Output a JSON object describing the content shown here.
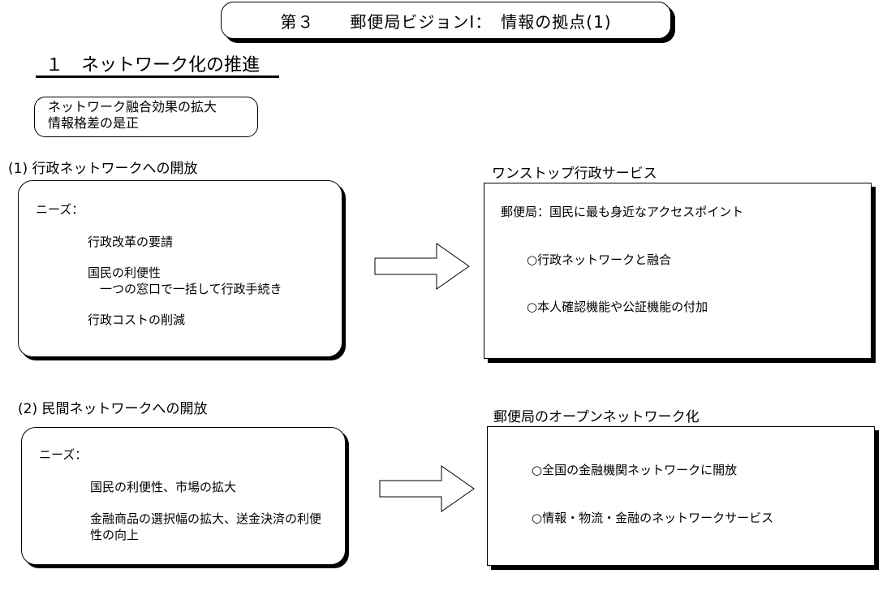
{
  "title": {
    "part1": "第３",
    "part2": "郵便局ビジョンⅠ：　情報の拠点(1)"
  },
  "section_heading": "１　ネットワーク化の推進",
  "effects": {
    "line1": "ネットワーク融合効果の拡大",
    "line2": "情報格差の是正"
  },
  "section1": {
    "label": "(1)  行政ネットワークへの開放",
    "needs_title": "ニーズ：",
    "needs": [
      "行政改革の要請",
      "国民の利便性",
      "一つの窓口で一括して行政手続き",
      "行政コストの削減"
    ],
    "result_label": "ワンストップ行政サービス",
    "result_heading": "郵便局：国民に最も身近なアクセスポイント",
    "result_items": [
      "○行政ネットワークと融合",
      "○本人確認機能や公証機能の付加"
    ]
  },
  "section2": {
    "label": "(2)  民間ネットワークへの開放",
    "needs_title": "ニーズ：",
    "needs": [
      "国民の利便性、市場の拡大",
      "金融商品の選択幅の拡大、送金決済の利便",
      "性の向上"
    ],
    "result_label": "郵便局のオープンネットワーク化",
    "result_items": [
      "○全国の金融機関ネットワークに開放",
      "○情報・物流・金融のネットワークサービス"
    ]
  }
}
